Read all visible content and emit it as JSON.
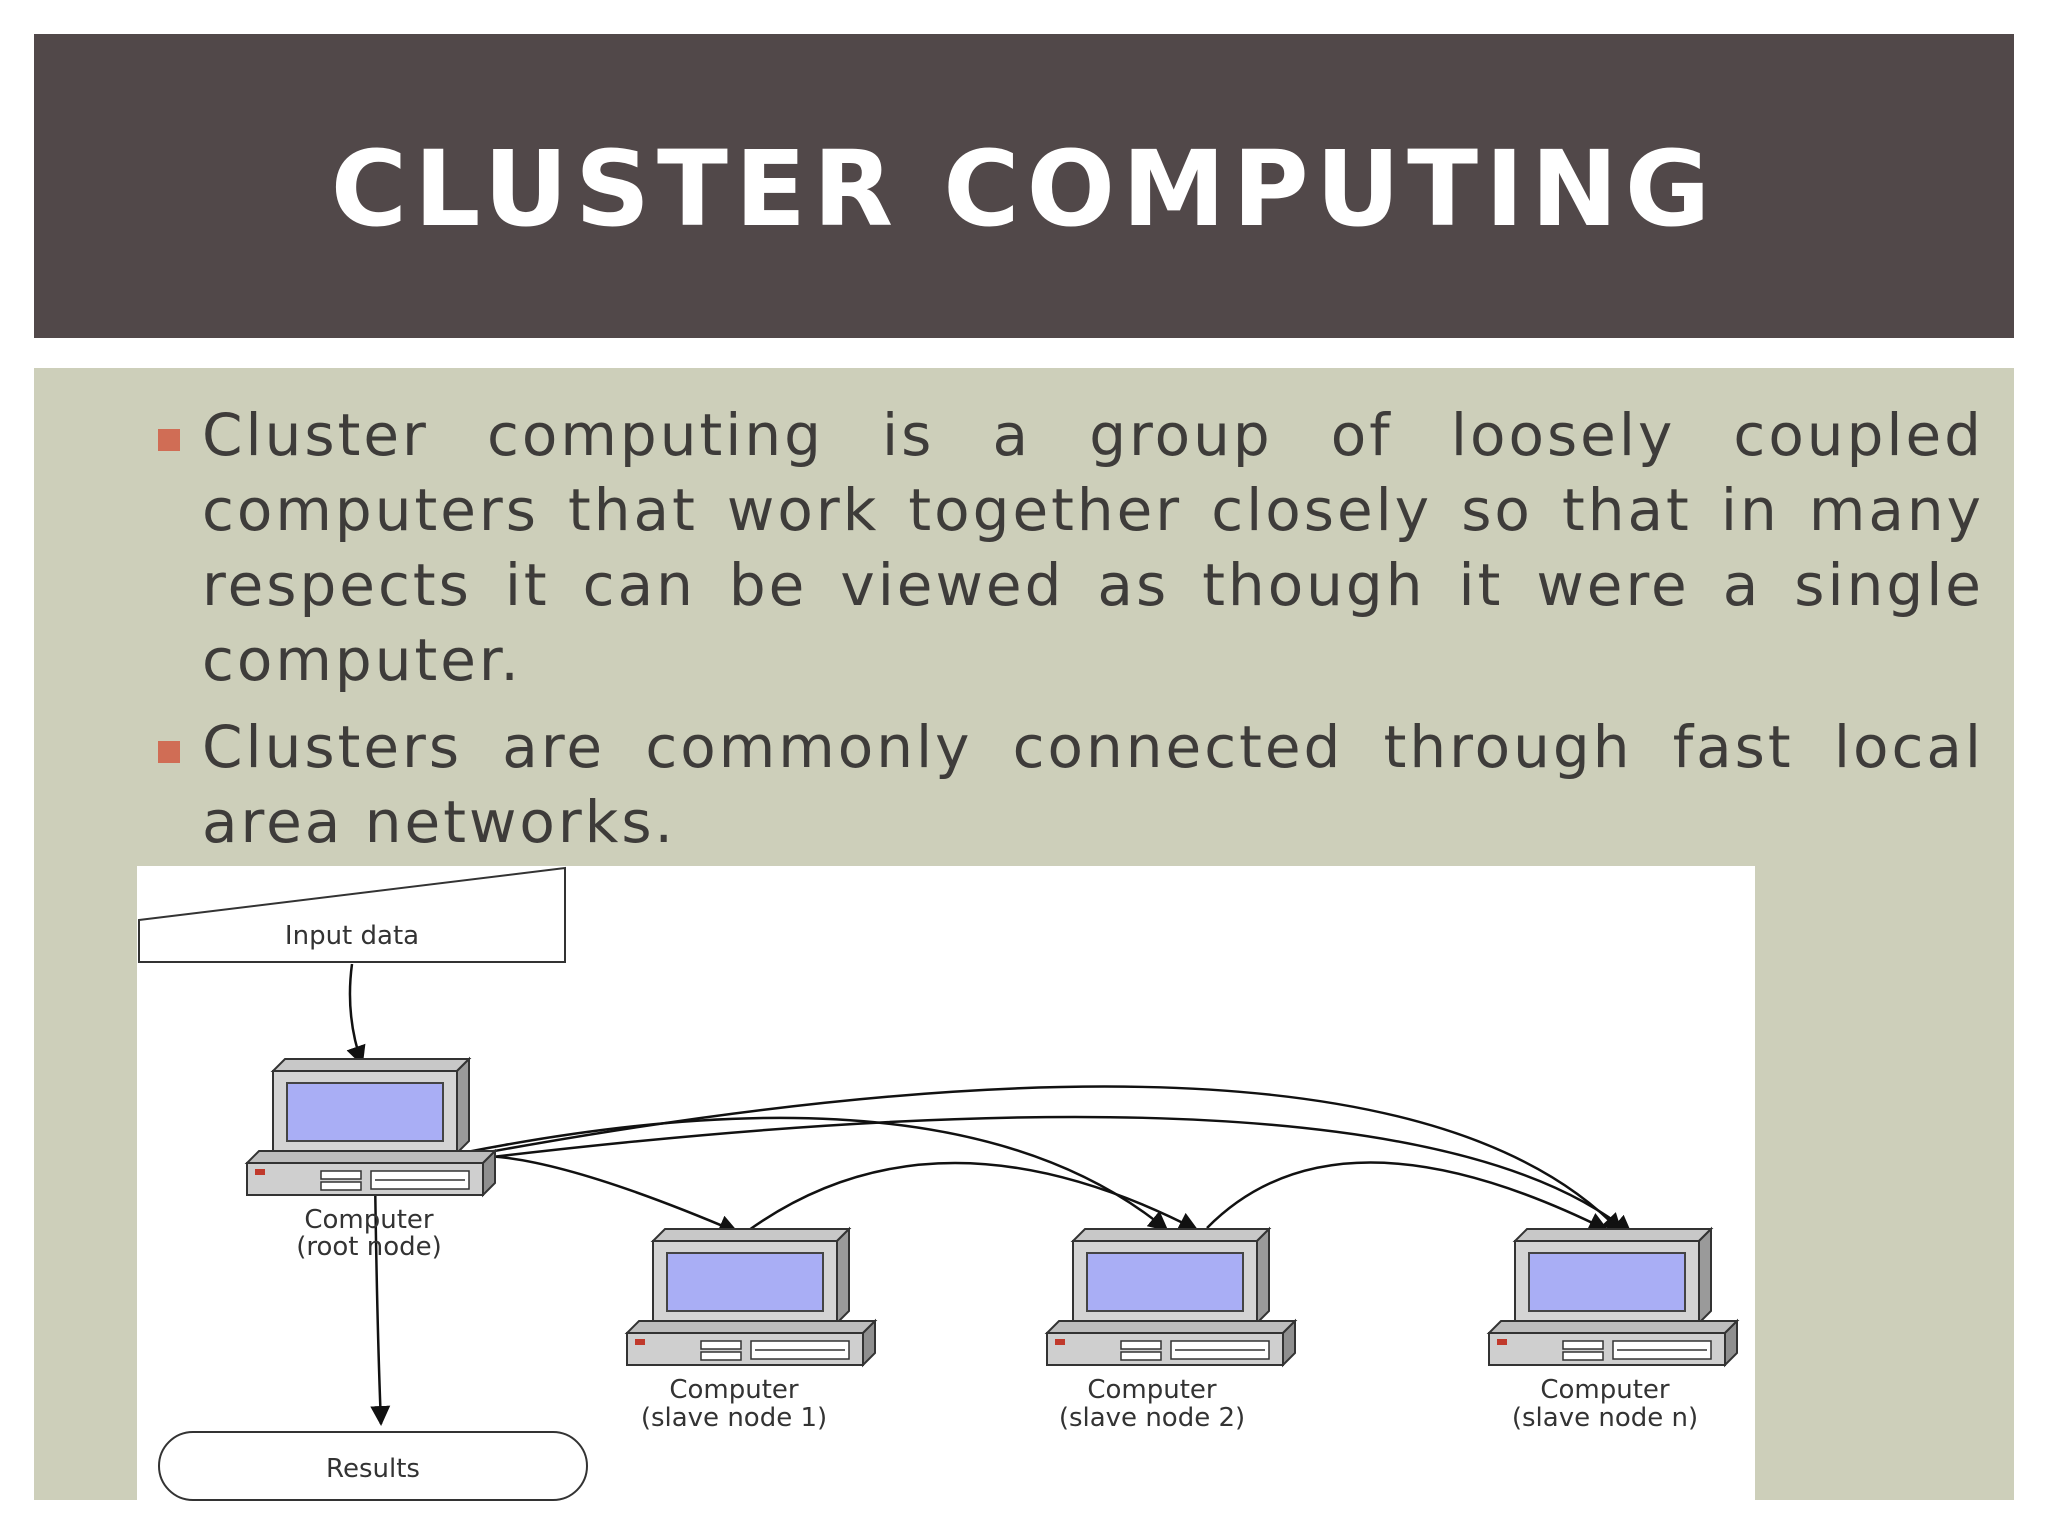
{
  "slide": {
    "title": "CLUSTER COMPUTING",
    "bullets": [
      "Cluster computing is a group of loosely coupled computers that work together closely so that in many respects it can be viewed as though it were a single computer.",
      "Clusters are commonly connected through fast local area networks."
    ]
  },
  "diagram": {
    "input_label": "Input data",
    "results_label": "Results",
    "root_node": {
      "line1": "Computer",
      "line2": "(root node)"
    },
    "slave_nodes": [
      {
        "line1": "Computer",
        "line2": "(slave node 1)"
      },
      {
        "line1": "Computer",
        "line2": "(slave node 2)"
      },
      {
        "line1": "Computer",
        "line2": "(slave node n)"
      }
    ],
    "icon": "computer-icon"
  },
  "colors": {
    "title_bar": "#514849",
    "content_bg": "#cdcfba",
    "bullet": "#d06d55",
    "text": "#3e3c3a",
    "monitor_screen": "#a9aef5"
  }
}
